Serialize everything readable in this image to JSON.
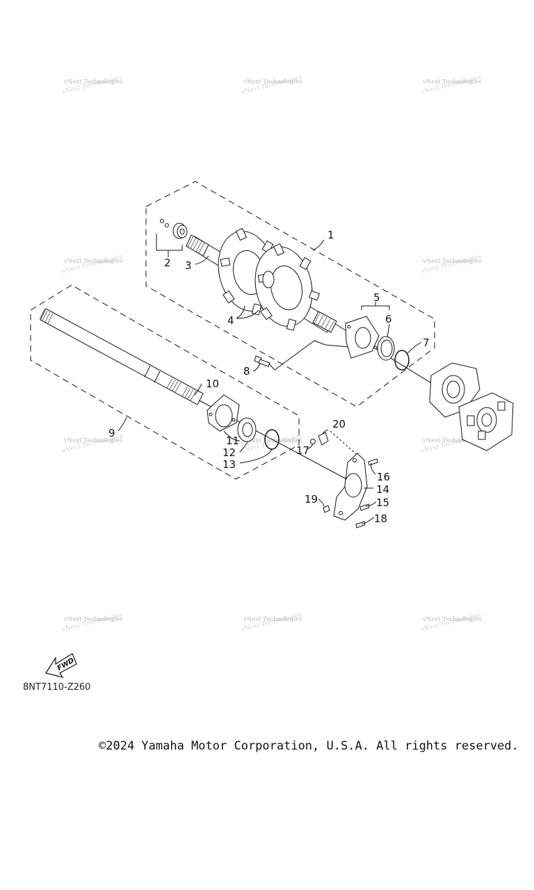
{
  "diagram": {
    "callouts": [
      "1",
      "2",
      "3",
      "4",
      "5",
      "6",
      "7",
      "8",
      "9",
      "10",
      "11",
      "12",
      "13",
      "14",
      "15",
      "16",
      "17",
      "18",
      "19",
      "20"
    ],
    "watermark_text": "vNext Technologies",
    "fwd_label": "FWD",
    "part_code": "8NT7110-Z260"
  },
  "footer": {
    "copyright": "©2024 Yamaha Motor Corporation, U.S.A. All rights reserved."
  }
}
